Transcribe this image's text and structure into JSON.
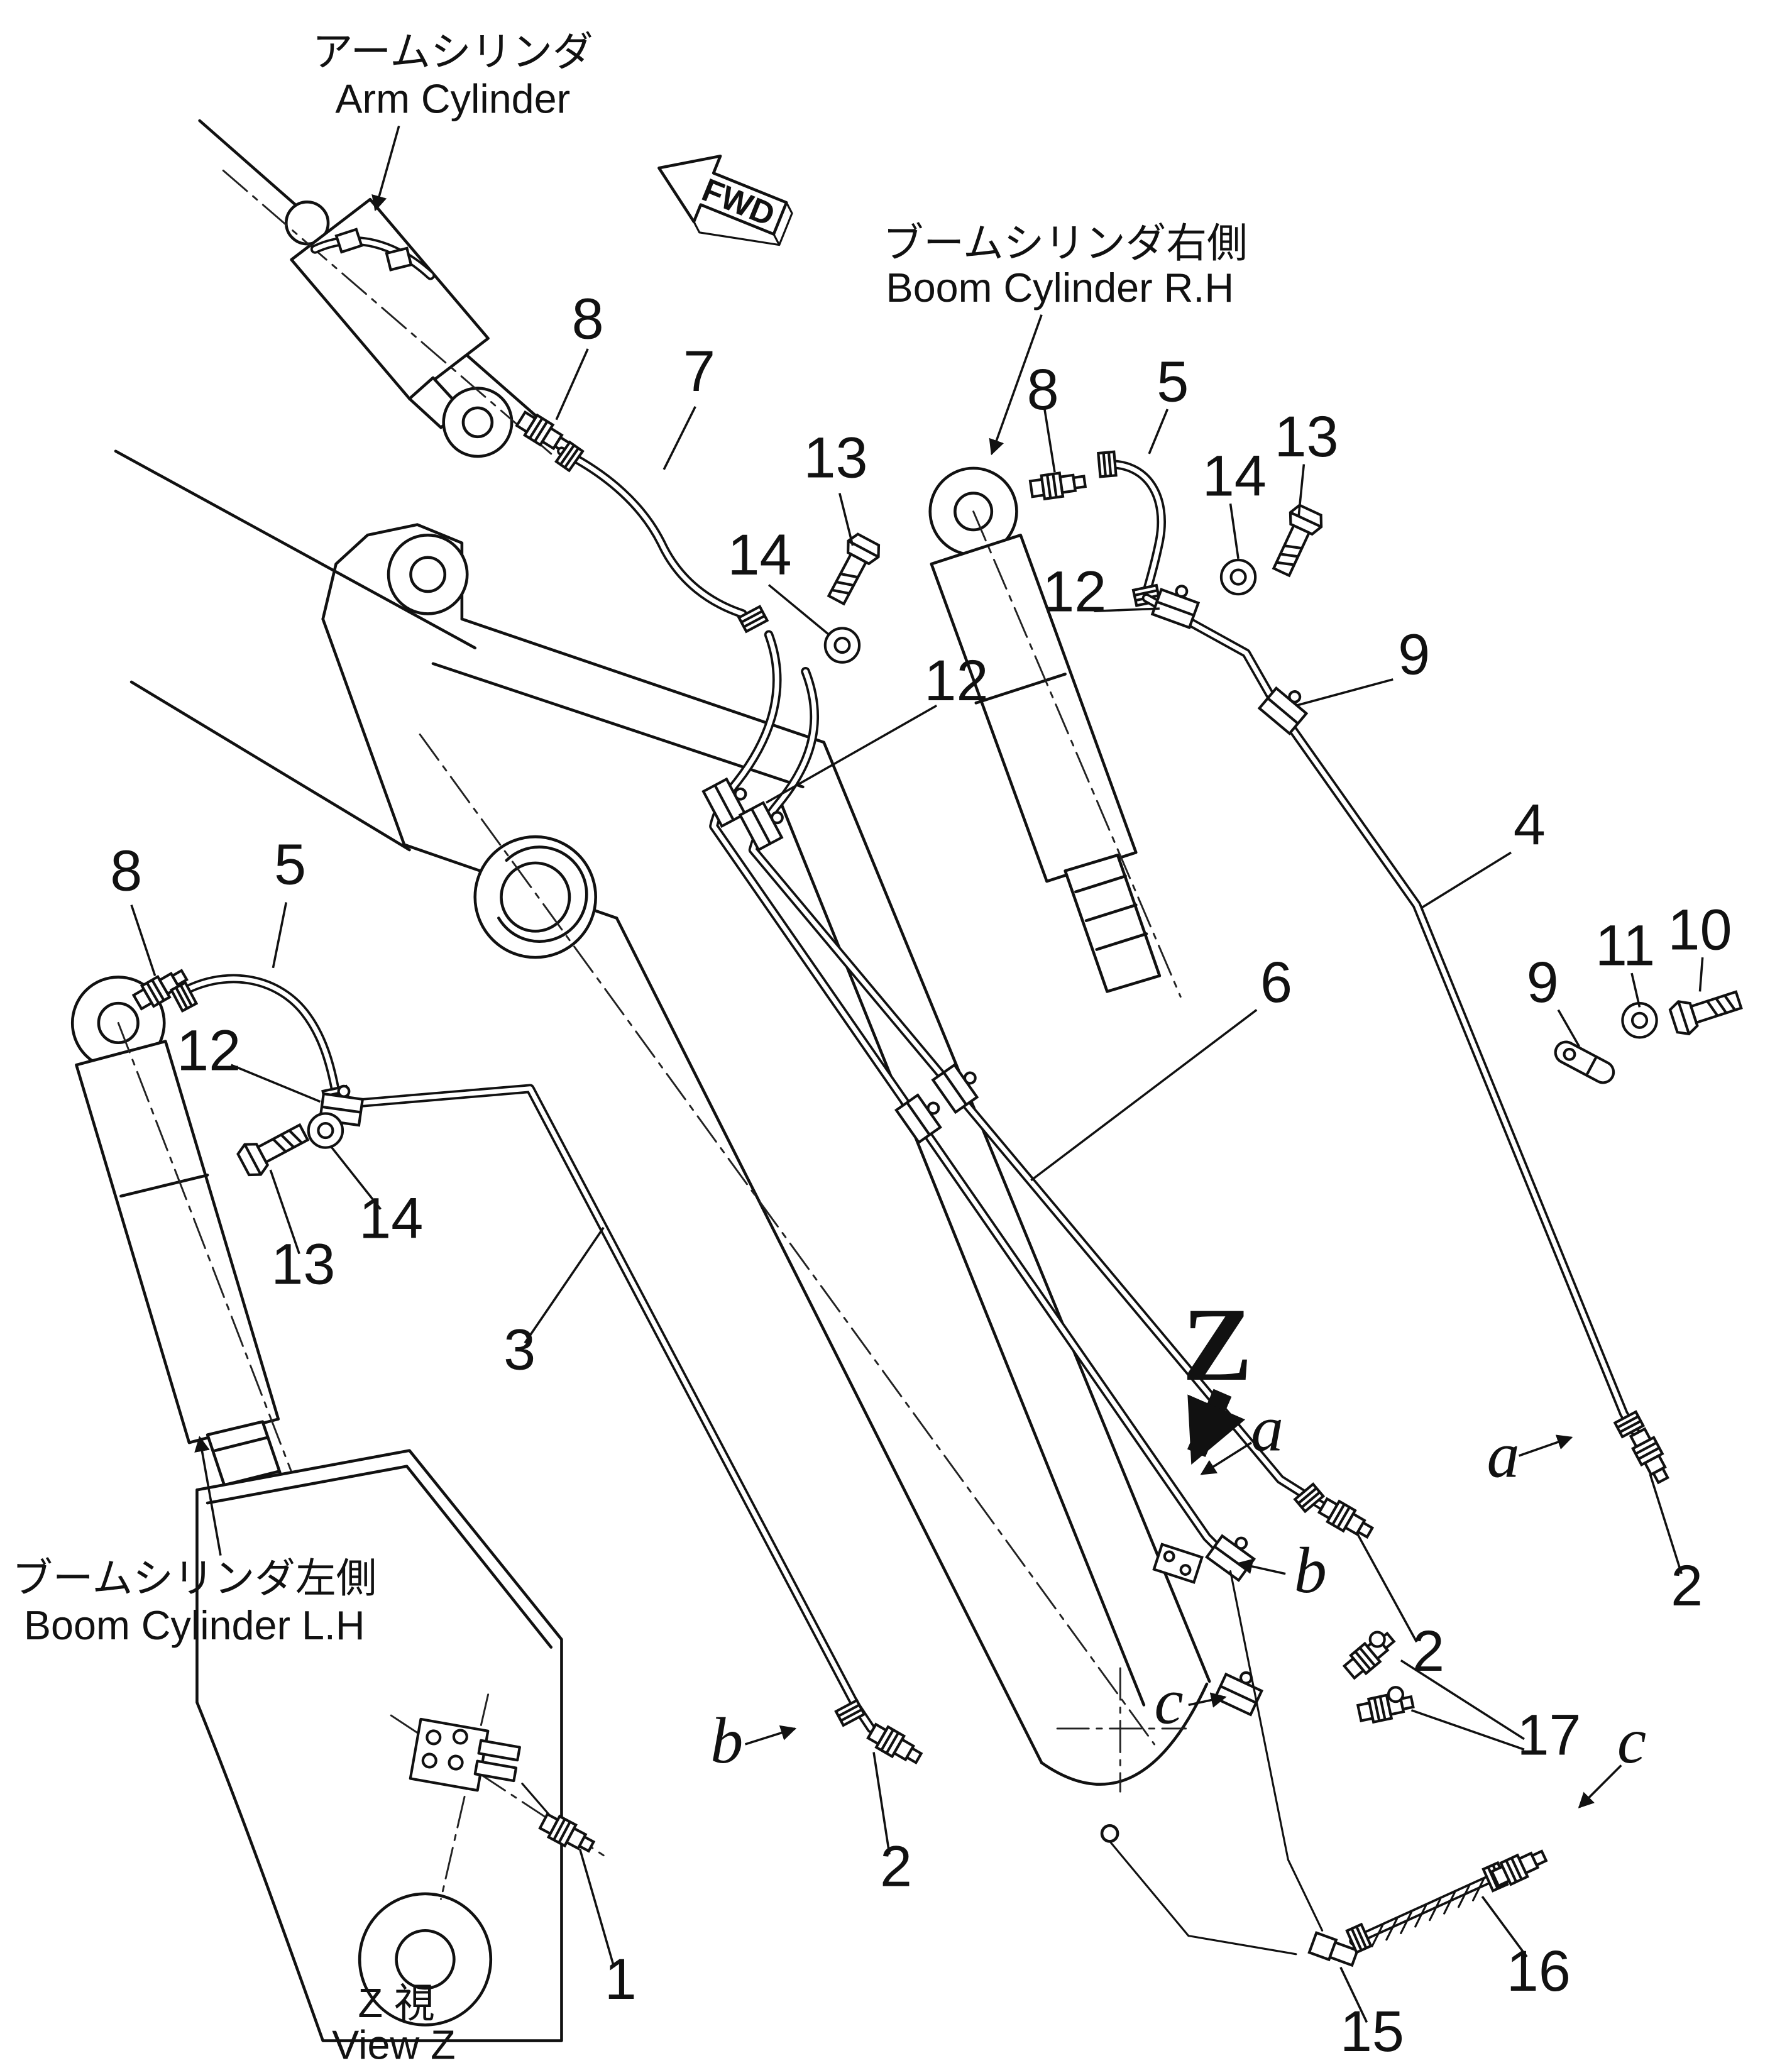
{
  "colors": {
    "background": "#ffffff",
    "ink": "#111111"
  },
  "labels": {
    "arm_cylinder_jp": "アームシリンダ",
    "arm_cylinder_en": "Arm Cylinder",
    "boom_cylinder_rh_jp": "ブームシリンダ右側",
    "boom_cylinder_rh_en": "Boom Cylinder R.H",
    "boom_cylinder_lh_jp": "ブームシリンダ左側",
    "boom_cylinder_lh_en": "Boom Cylinder L.H",
    "fwd": "FWD",
    "view_z_jp": "Z  視",
    "view_z_en": "View Z",
    "z_pointer": "Z"
  },
  "callouts": {
    "arm_8": "8",
    "hose_7": "7",
    "bolt_13_top": "13",
    "washer_14_top": "14",
    "clamp_12_center": "12",
    "rh_8": "8",
    "rh_5": "5",
    "rh_14": "14",
    "rh_13": "13",
    "rh_12": "12",
    "clamp_9_upper": "9",
    "tube_4": "4",
    "tube_6": "6",
    "bracket_9_right": "9",
    "washer_11": "11",
    "bolt_10": "10",
    "lh_8": "8",
    "lh_5": "5",
    "lh_12": "12",
    "lh_13": "13",
    "lh_14": "14",
    "tube_3": "3",
    "fitting_2_right": "2",
    "fitting_2_mid": "2",
    "fitting_2_bottom": "2",
    "fitting_1": "1",
    "fittings_17": "17",
    "hose_16": "16",
    "elbow_15": "15",
    "sect_a_left": "a",
    "sect_a_right": "a",
    "sect_b_right": "b",
    "sect_b_left": "b",
    "sect_c_left": "c",
    "sect_c_right": "c"
  }
}
